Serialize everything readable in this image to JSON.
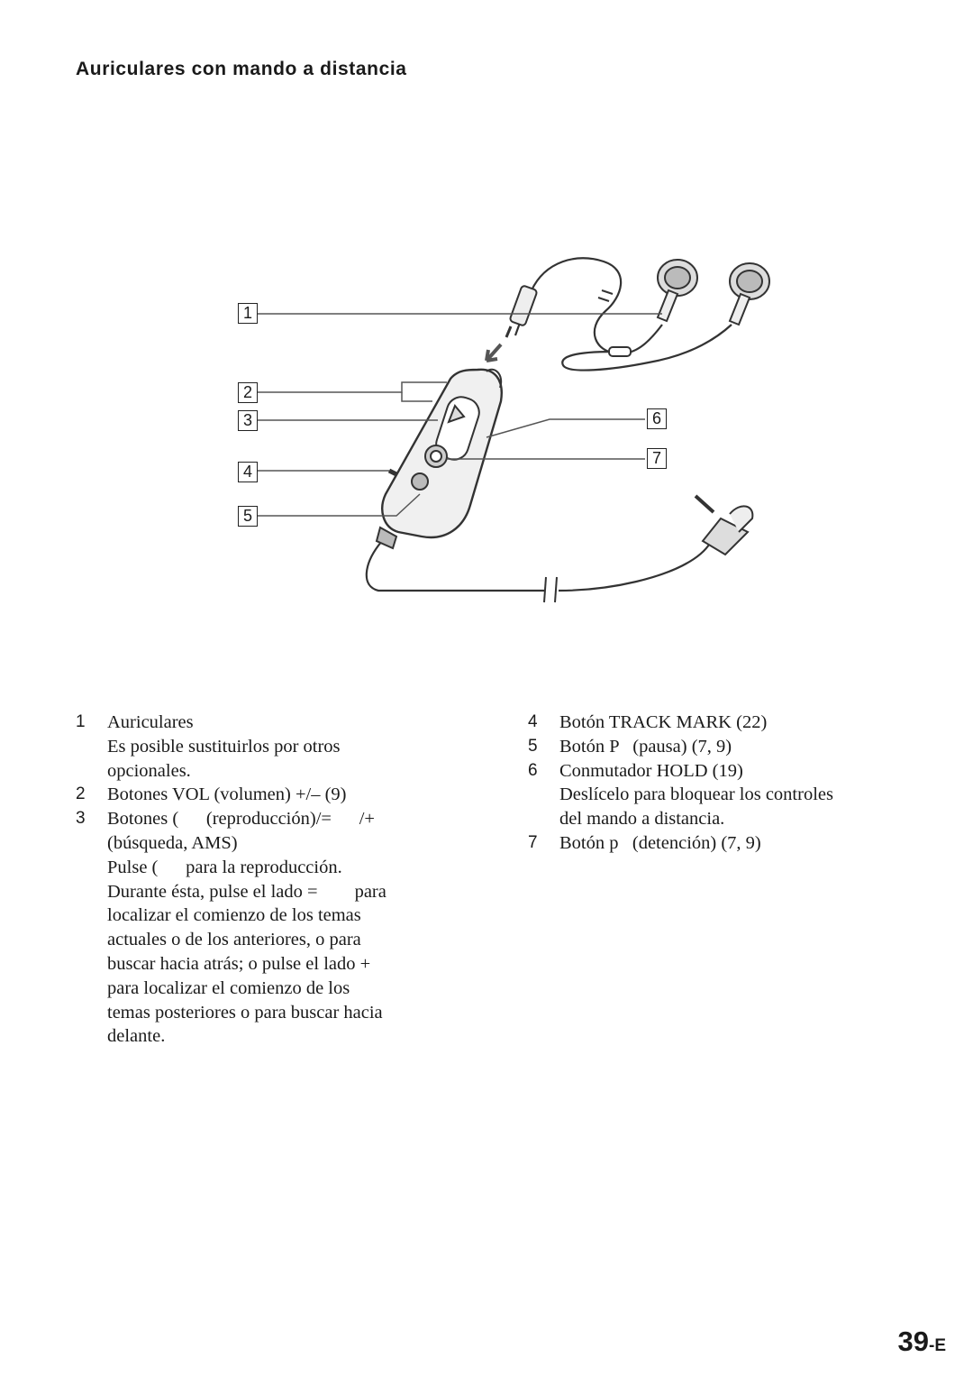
{
  "heading": "Auriculares con mando a distancia",
  "callouts": [
    "1",
    "2",
    "3",
    "4",
    "5",
    "6",
    "7"
  ],
  "items_left": [
    {
      "num": "1",
      "lines": [
        "Auriculares",
        "Es posible sustituirlos por otros",
        "opcionales."
      ]
    },
    {
      "num": "2",
      "lines": [
        "Botones VOL (volumen) +/– (9)"
      ]
    },
    {
      "num": "3",
      "lines": [
        "Botones (      (reproducción)/=      /+",
        "(búsqueda, AMS)",
        "Pulse (      para la reproducción.",
        "Durante ésta, pulse el lado =        para",
        "localizar el comienzo de los temas",
        "actuales o de los anteriores, o para",
        "buscar hacia atrás; o pulse el lado +",
        "para localizar el comienzo de los",
        "temas posteriores o para buscar hacia",
        "delante."
      ]
    }
  ],
  "items_right": [
    {
      "num": "4",
      "lines": [
        "Botón TRACK MARK (22)"
      ]
    },
    {
      "num": "5",
      "lines": [
        "Botón P   (pausa) (7, 9)"
      ]
    },
    {
      "num": "6",
      "lines": [
        "Conmutador HOLD (19)",
        "Deslícelo para bloquear los controles",
        "del mando a distancia."
      ]
    },
    {
      "num": "7",
      "lines": [
        "Botón p   (detención) (7, 9)"
      ]
    }
  ],
  "page_number": "39",
  "page_suffix": "-E"
}
